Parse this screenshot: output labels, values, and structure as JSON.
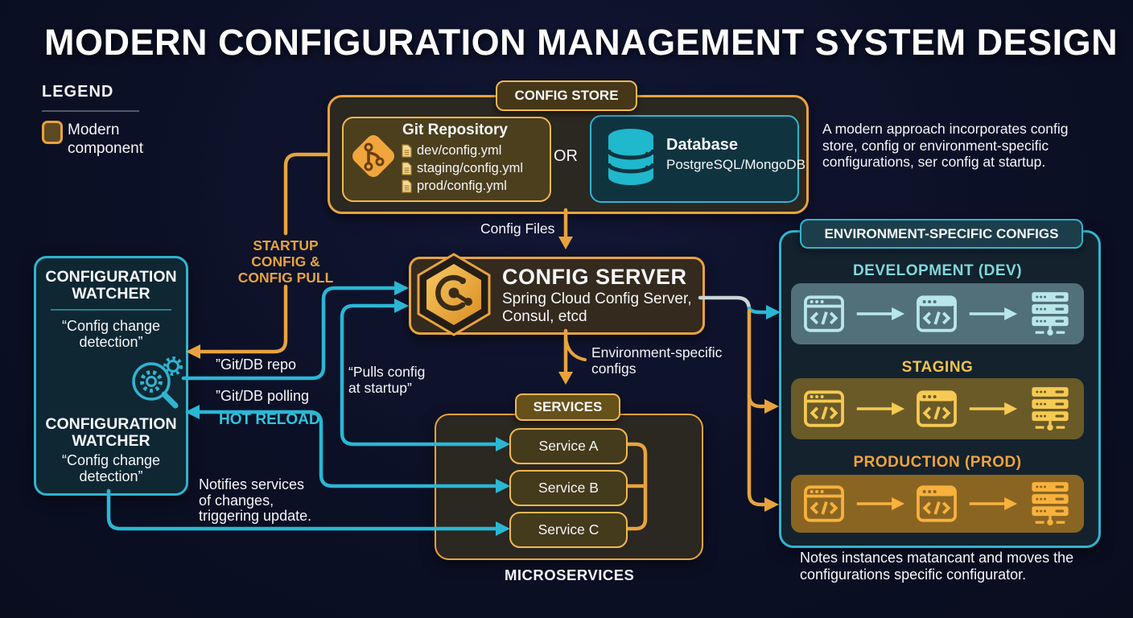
{
  "title": "MODERN CONFIGURATION MANAGEMENT SYSTEM DESIGN",
  "legend": {
    "heading": "LEGEND",
    "modern_component": "Modern component"
  },
  "config_store": {
    "badge": "CONFIG STORE",
    "git_repository": {
      "title": "Git Repository",
      "files": [
        "dev/config.yml",
        "staging/config.yml",
        "prod/config.yml"
      ]
    },
    "or_label": "OR",
    "database": {
      "title": "Database",
      "subtitle": "PostgreSQL/MongoDB"
    }
  },
  "intro_note": "A modern approach incorporates config\nstore, config or environment-specific\nconfigurations, ser config at startup.",
  "config_server": {
    "title": "CONFIG SERVER",
    "subtitle": "Spring Cloud Config Server,\nConsul, etcd"
  },
  "flow_labels": {
    "config_files": "Config Files",
    "startup_config_pull": "STARTUP\nCONFIG &\nCONFIG PULL",
    "git_db_repo": "”Git/DB repo",
    "git_db_polling": "”Git/DB polling",
    "hot_reload": "HOT RELOAD",
    "pulls_config": "“Pulls config\nat startup”",
    "environment_specific_configs": "Environment-specific\nconfigs",
    "notifies_services": "Notifies services\nof changes,\ntriggering update."
  },
  "configuration_watcher": {
    "title_top": "CONFIGURATION\nWATCHER",
    "quote_top": "“Config change\ndetection”",
    "title_bottom": "CONFIGURATION\nWATCHER",
    "quote_bottom": "“Config change\ndetection”"
  },
  "services": {
    "badge": "SERVICES",
    "items": [
      "Service A",
      "Service B",
      "Service C"
    ],
    "caption": "MICROSERVICES"
  },
  "environments": {
    "badge": "ENVIRONMENT-SPECIFIC CONFIGS",
    "rows": [
      {
        "label": "DEVELOPMENT (DEV)",
        "color": "#7fd8dc"
      },
      {
        "label": "STAGING",
        "color": "#f2c14e"
      },
      {
        "label": "PRODUCTION (PROD)",
        "color": "#f2a33c"
      }
    ],
    "note": "Notes instances matancant and moves the\nconfigurations specific configurator."
  },
  "colors": {
    "background": "#0c1026",
    "accent_orange": "#e8a33d",
    "accent_cyan": "#2ab7d4"
  }
}
